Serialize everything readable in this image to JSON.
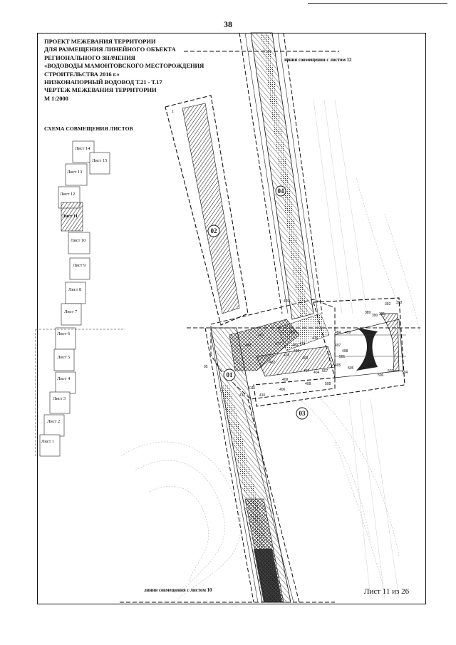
{
  "page_number": "38",
  "title_lines": [
    "ПРОЕКТ МЕЖЕВАНИЯ ТЕРРИТОРИИ",
    "ДЛЯ РАЗМЕЩЕНИЯ ЛИНЕЙНОГО ОБЪЕКТА",
    "РЕГИОНАЛЬНОГО ЗНАЧЕНИЯ",
    "«ВОДОВОДЫ МАМОНТОВСКОГО МЕСТОРОЖДЕНИЯ",
    "СТРОИТЕЛЬСТВА 2016 г.»",
    "НИЗКОНАПОРНЫЙ ВОДОВОД Т.21 - Т.17",
    "ЧЕРТЕЖ МЕЖЕВАНИЯ ТЕРРИТОРИИ",
    "М 1:2000"
  ],
  "scheme_title": "СХЕМА СОВМЕЩЕНИЯ ЛИСТОВ",
  "sheets": [
    {
      "label": "Лист 14"
    },
    {
      "label": "Лист 15"
    },
    {
      "label": "Лист 13"
    },
    {
      "label": "Лист 12"
    },
    {
      "label": "Лист 11",
      "current": true
    },
    {
      "label": "Лист 10"
    },
    {
      "label": "Лист 9"
    },
    {
      "label": "Лист 8"
    },
    {
      "label": "Лист 7"
    },
    {
      "label": "Лист 6"
    },
    {
      "label": "Лист 5"
    },
    {
      "label": "Лист 4"
    },
    {
      "label": "Лист 3"
    },
    {
      "label": "Лист 2"
    },
    {
      "label": "Лист 1"
    }
  ],
  "match_line_top": "линия совмещения с листом 12",
  "match_line_bottom": "линия совмещения с листом 10",
  "sheet_count": "Лист 11 из 26",
  "plot_labels": {
    "p01": "01",
    "p02": "02",
    "p03": "03",
    "p04": "04"
  },
  "point_numbers": [
    "1",
    "95",
    "389",
    "390",
    "391",
    "392",
    "393",
    "401",
    "402",
    "403",
    "404",
    "405",
    "406",
    "407",
    "408",
    "409",
    "410",
    "411",
    "412",
    "420",
    "476",
    "477",
    "478",
    "479",
    "480",
    "481",
    "482",
    "483",
    "484",
    "497",
    "498",
    "499",
    "501",
    "502",
    "503",
    "504",
    "505",
    "506",
    "507",
    "508"
  ],
  "colors": {
    "ink": "#111111",
    "paper": "#ffffff",
    "current_sheet_fill": "#8a8a8a"
  }
}
